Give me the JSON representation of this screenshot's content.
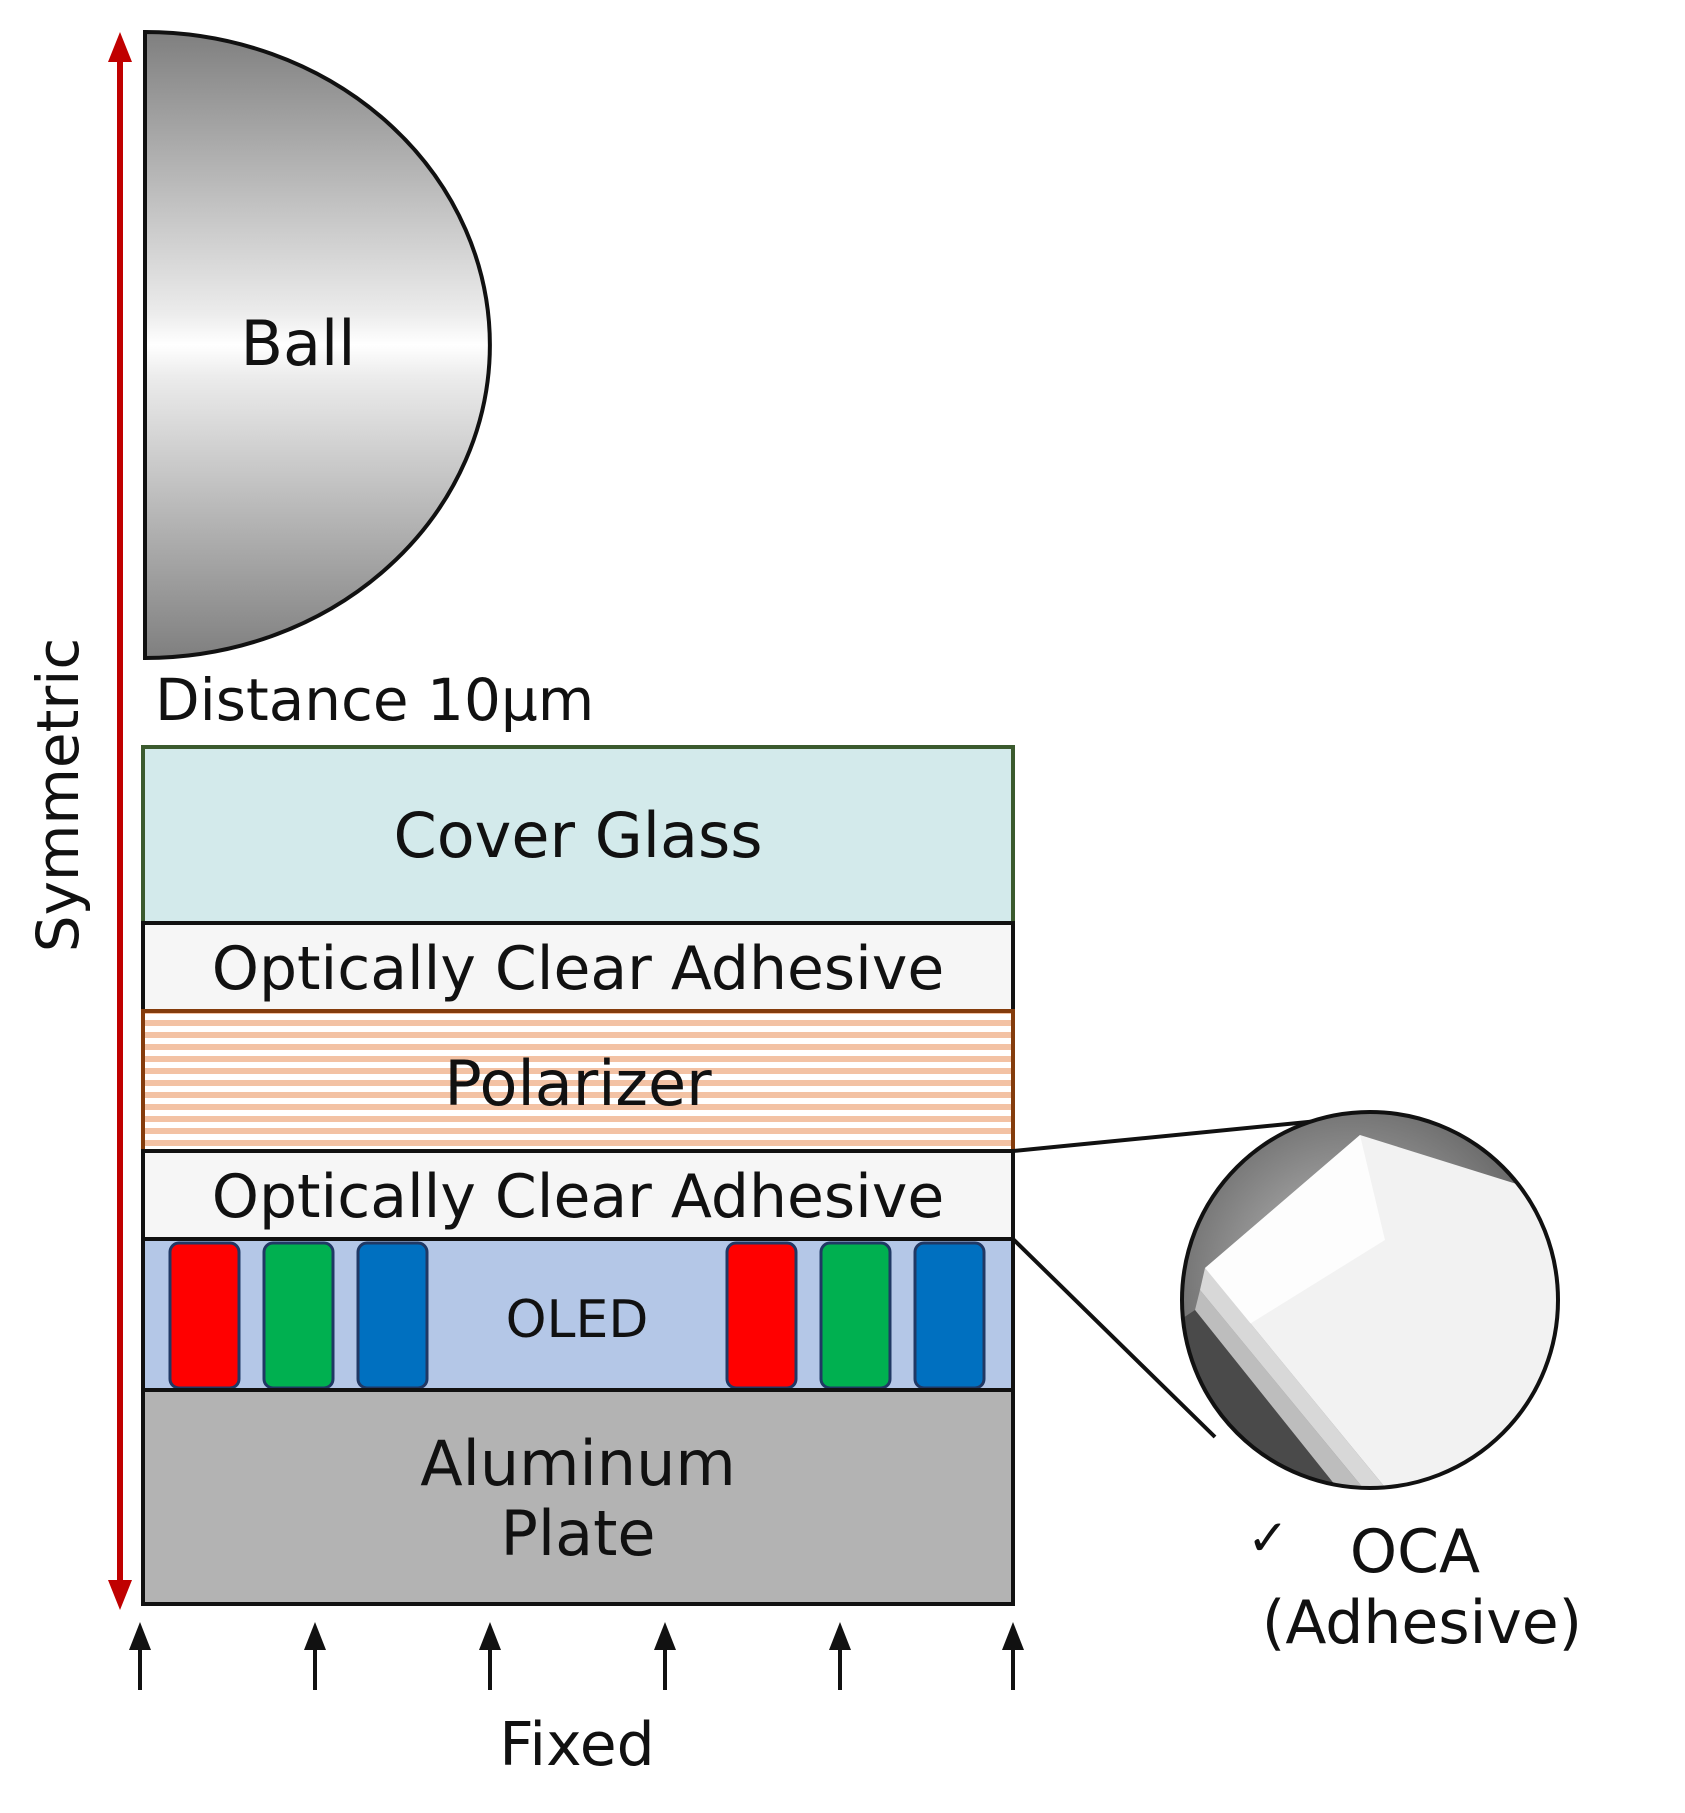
{
  "ball": {
    "label": "Ball"
  },
  "distance": {
    "label": "Distance 10μm"
  },
  "symmetric": {
    "label": "Symmetric"
  },
  "layers": {
    "cover_glass": "Cover Glass",
    "oca_top": "Optically Clear Adhesive",
    "polarizer": "Polarizer",
    "oca_bottom": "Optically Clear Adhesive",
    "oled": "OLED",
    "aluminum_line1": "Aluminum",
    "aluminum_line2": "Plate"
  },
  "fixed": {
    "label": "Fixed"
  },
  "inset": {
    "check": "✓",
    "line1": "OCA",
    "line2": "(Adhesive)"
  },
  "colors": {
    "cover_glass": "#d3eaeb",
    "oca": "#f6f6f6",
    "polarizer_stripe": "#f3c2a4",
    "oled_bg": "#b4c7e7",
    "red_pixel": "#ff0000",
    "green_pixel": "#00b050",
    "blue_pixel": "#0070c0",
    "aluminum": "#b3b3b3",
    "symmetric_arrow": "#c00000"
  }
}
